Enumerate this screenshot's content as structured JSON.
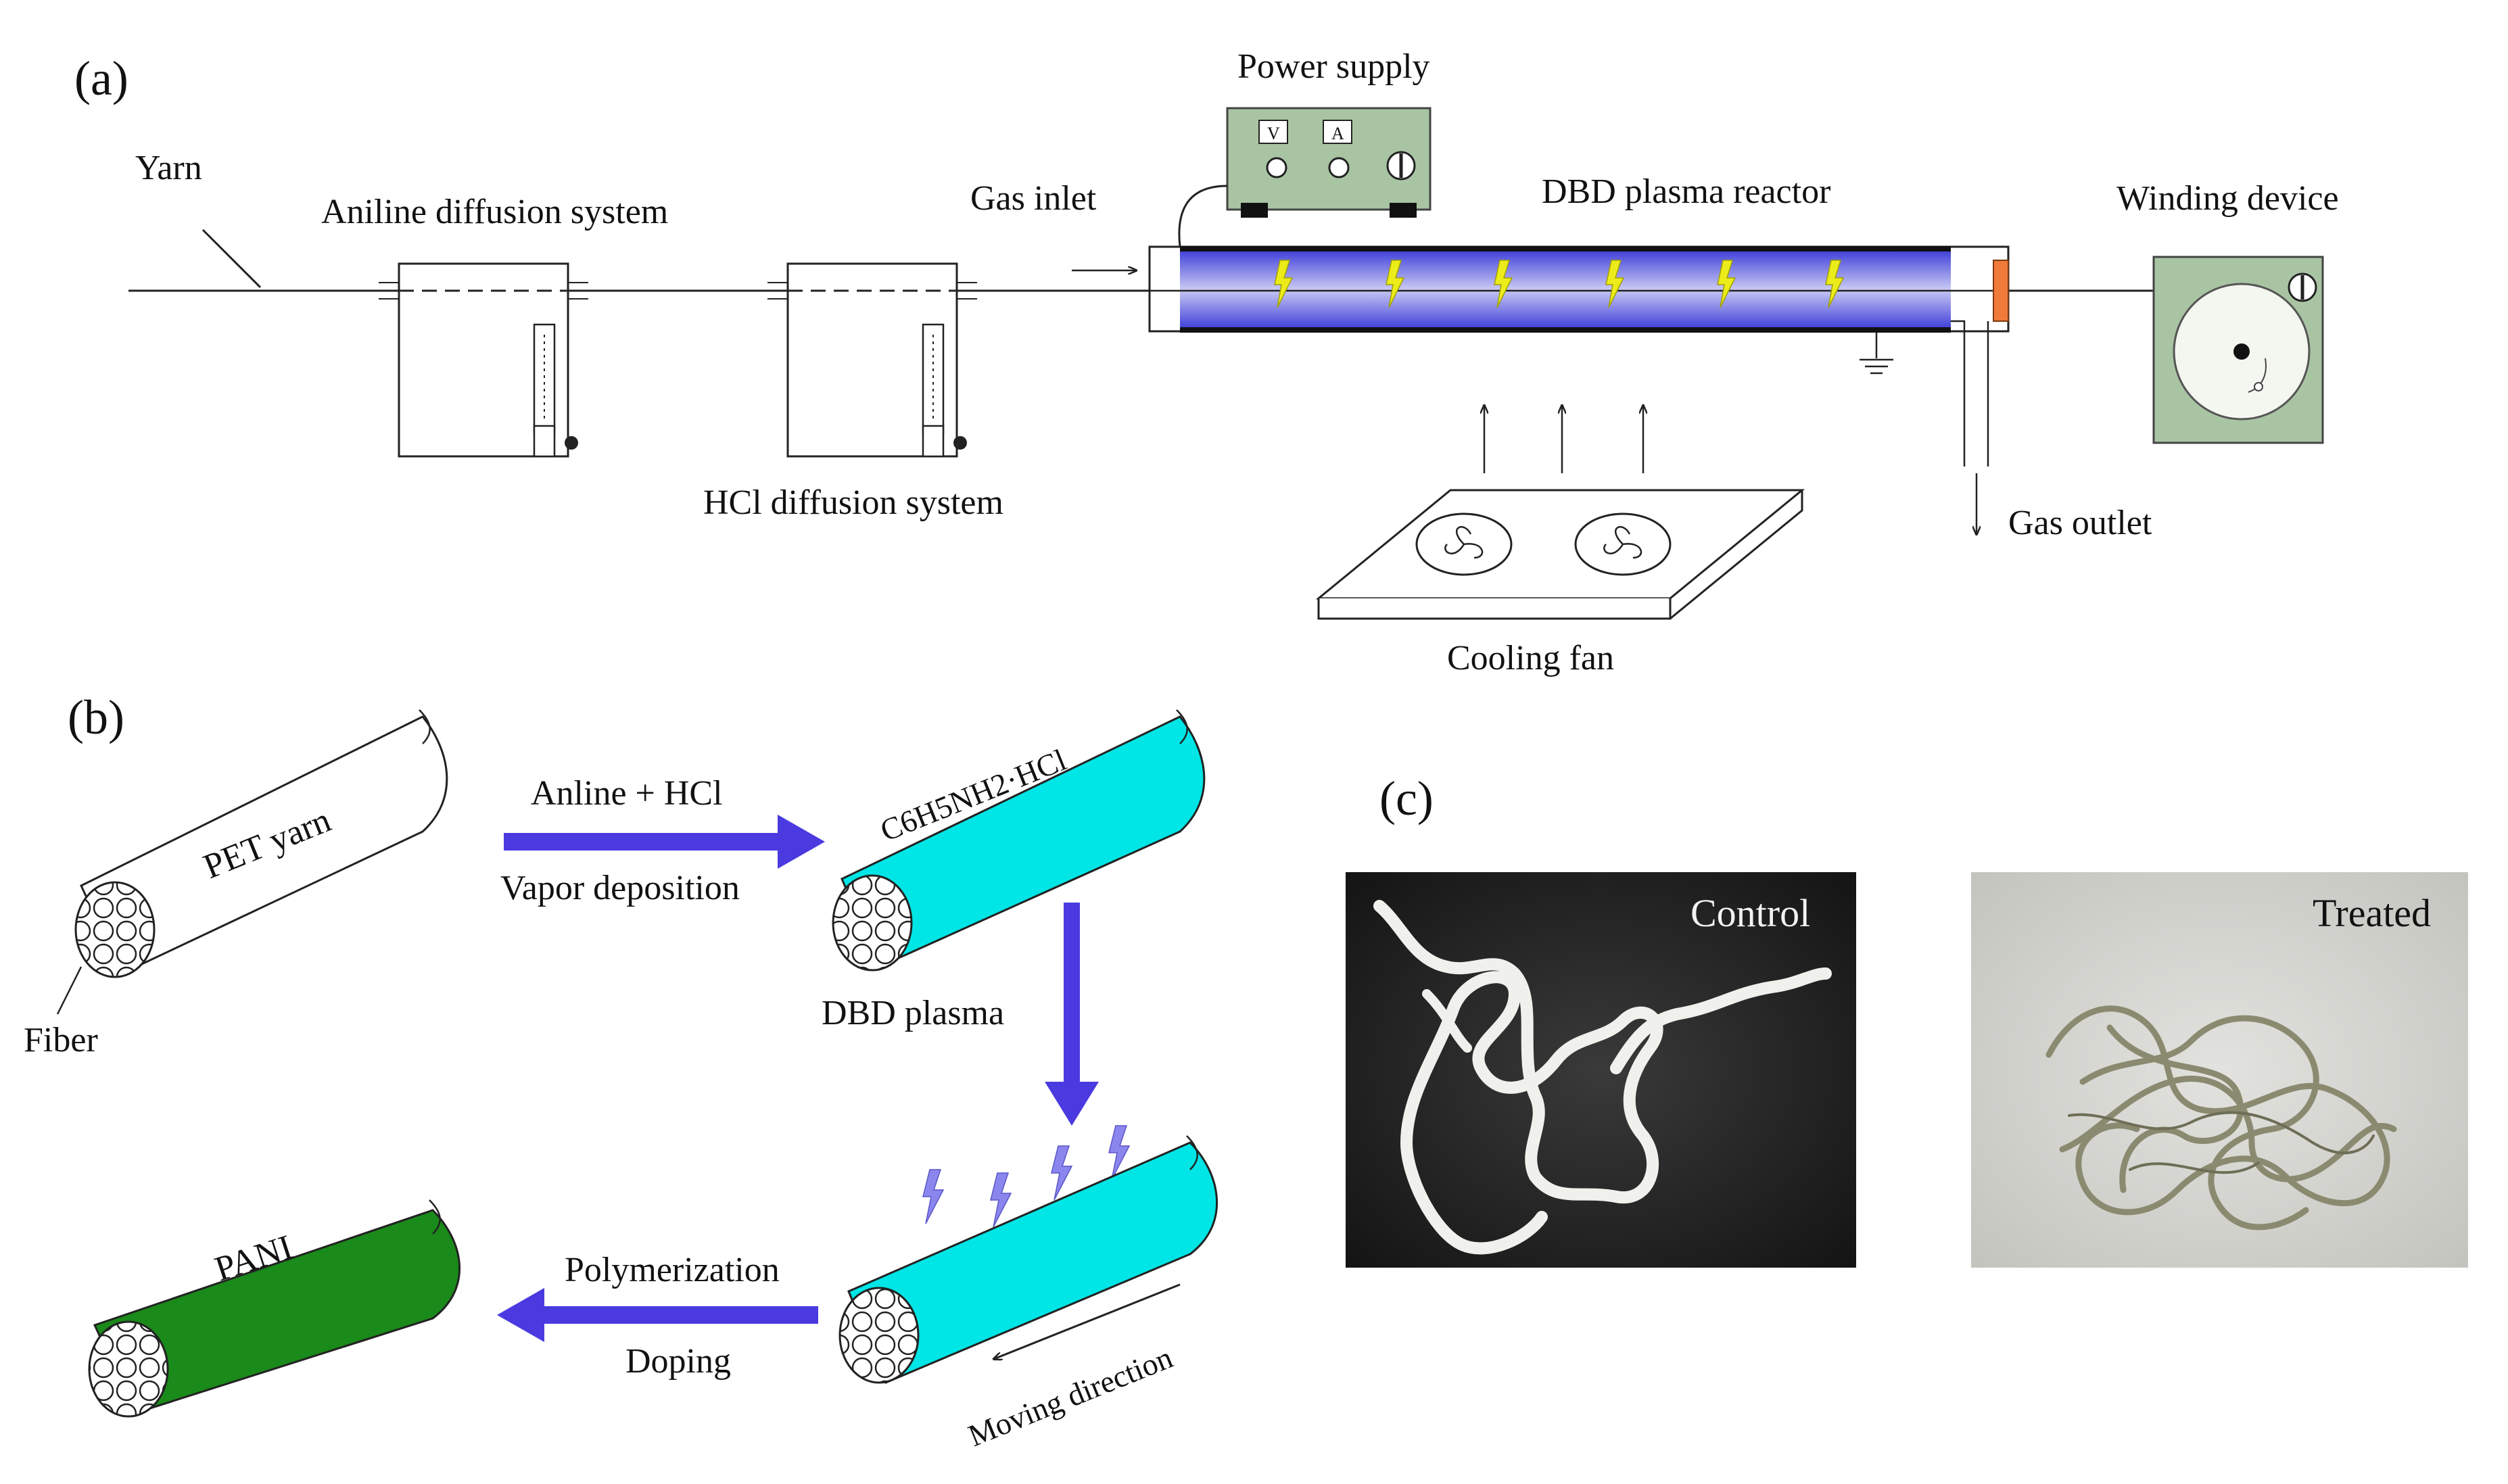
{
  "panel_a": {
    "label": "(a)",
    "yarn": "Yarn",
    "aniline_system": "Aniline diffusion system",
    "hcl_system": "HCl diffusion system",
    "gas_inlet": "Gas inlet",
    "power_supply": "Power supply",
    "meter_v": "V",
    "meter_a": "A",
    "reactor": "DBD plasma reactor",
    "winding_device": "Winding device",
    "gas_outlet": "Gas outlet",
    "cooling_fan": "Cooling fan"
  },
  "panel_b": {
    "label": "(b)",
    "pet_yarn": "PET yarn",
    "fiber": "Fiber",
    "step1_top": "Anline + HCl",
    "step1_bottom": "Vapor deposition",
    "intermediate": "C6H5NH2·HCl",
    "step2": "DBD plasma",
    "step3_top": "Polymerization",
    "step3_bottom": "Doping",
    "moving_direction": "Moving direction",
    "product": "PANI",
    "colors": {
      "intermediate": "#00e5e5",
      "product": "#1a8a1a",
      "arrow": "#4a3ae0"
    }
  },
  "panel_c": {
    "label": "(c)",
    "control": "Control",
    "treated": "Treated"
  }
}
